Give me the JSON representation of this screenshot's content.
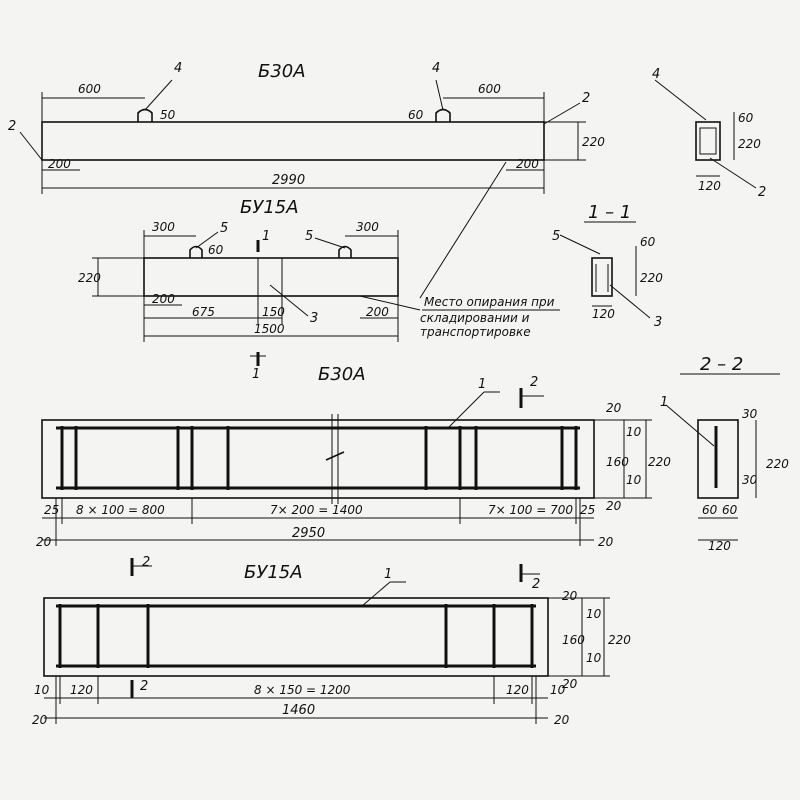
{
  "views": {
    "b30a_top": {
      "title": "Б30А",
      "marks": {
        "hook_left": "4",
        "hook_right": "4",
        "end_left": "2",
        "end_right": "2"
      },
      "dims": {
        "hook_offset_left": "600",
        "hook_offset_right": "600",
        "hook_height_left": "50",
        "hook_height_right": "60",
        "height": "220",
        "support_left": "200",
        "support_right": "200",
        "length": "2990"
      }
    },
    "by15a_top": {
      "title": "БУ15А",
      "marks": {
        "hook_left": "5",
        "hook_right": "5",
        "insert": "3",
        "section_cut": "1"
      },
      "dims": {
        "hook_offset_left": "300",
        "hook_offset_right": "300",
        "hook_height": "60",
        "height": "220",
        "support_left": "200",
        "support_right": "200",
        "to_insert": "675",
        "insert_width": "150",
        "length": "1500"
      }
    },
    "support_note": [
      "Место опирания при",
      "складировании и",
      "транспортировке"
    ],
    "end_view_b30a": {
      "marks": {
        "hook": "4",
        "end": "2"
      },
      "dims": {
        "top": "60",
        "height": "220",
        "width": "120"
      }
    },
    "section_1_1": {
      "title": "1 – 1",
      "marks": {
        "hook": "5",
        "insert": "3"
      },
      "dims": {
        "top": "60",
        "height": "220",
        "width": "120"
      }
    },
    "b30a_reinf": {
      "title": "Б30А",
      "marks": {
        "frame": "1",
        "cut": "2"
      },
      "dims": {
        "end_left": "25",
        "spacing_left": "8 × 100 = 800",
        "spacing_mid": "7× 200 = 1400",
        "spacing_right": "7× 100 = 700",
        "end_right": "25",
        "cover_left": "20",
        "cover_right": "20",
        "frame_length": "2950",
        "cover_top": "20",
        "inner_top": "10",
        "inner_height": "160",
        "inner_bottom": "10",
        "cover_bottom": "20",
        "height": "220"
      }
    },
    "section_2_2": {
      "title": "2 – 2",
      "marks": {
        "frame": "1"
      },
      "dims": {
        "top": "30",
        "bottom": "30",
        "height": "220",
        "half_left": "60",
        "half_right": "60",
        "width": "120"
      }
    },
    "by15a_reinf": {
      "title": "БУ15А",
      "marks": {
        "frame": "1",
        "cut_left": "2",
        "cut_right": "2"
      },
      "dims": {
        "end_left": "10",
        "first_left": "120",
        "spacing": "8 × 150 = 1200",
        "first_right": "120",
        "end_right": "10",
        "cover_left": "20",
        "cover_right": "20",
        "frame_length": "1460",
        "cover_top": "20",
        "inner_top": "10",
        "inner_height": "160",
        "inner_bottom": "10",
        "cover_bottom": "20",
        "height": "220"
      }
    }
  }
}
